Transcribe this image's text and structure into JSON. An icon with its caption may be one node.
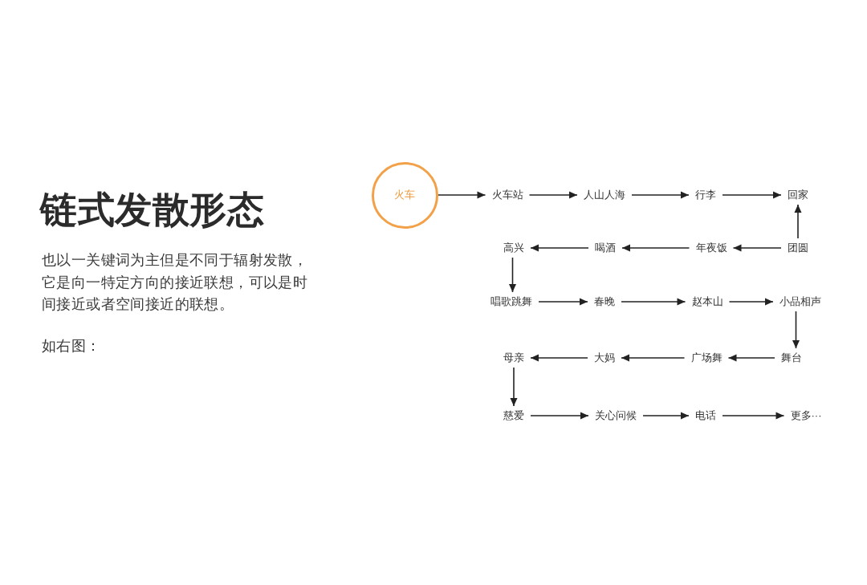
{
  "diagram": {
    "title": "链式发散形态",
    "nodes": [
      {
        "text": [
          "火车"
        ]
      },
      {
        "text": [
          "火车站"
        ]
      },
      {
        "text": [
          "人山人海"
        ]
      },
      {
        "text": [
          "行李"
        ]
      },
      {
        "text": [
          "回家"
        ]
      },
      {
        "text": [
          "团圆"
        ]
      },
      {
        "text": [
          "年夜饭"
        ]
      },
      {
        "text": [
          "喝酒"
        ]
      },
      {
        "text": [
          "高兴"
        ]
      },
      {
        "text": [
          "唱歌跳舞"
        ]
      },
      {
        "text": [
          "春晚"
        ]
      },
      {
        "text": [
          "赵本山"
        ]
      },
      {
        "text": [
          "小品相声"
        ]
      },
      {
        "text": [
          "舞台"
        ]
      },
      {
        "text": [
          "广场舞"
        ]
      },
      {
        "text": [
          "大妈"
        ]
      },
      {
        "text": [
          "母亲"
        ]
      },
      {
        "text": [
          "慈爱"
        ]
      },
      {
        "text": [
          "关心问候"
        ]
      },
      {
        "text": [
          "电话"
        ]
      },
      {
        "text": [
          "更多···"
        ]
      }
    ],
    "edges": [
      {
        "from": 0,
        "to": 1,
        "arrow": "to"
      },
      {
        "from": 1,
        "to": 2,
        "arrow": "to"
      },
      {
        "from": 2,
        "to": 3,
        "arrow": "to"
      },
      {
        "from": 3,
        "to": 4,
        "arrow": "to"
      },
      {
        "from": 5,
        "to": 4,
        "arrow": "to"
      },
      {
        "from": 5,
        "to": 6,
        "arrow": "to"
      },
      {
        "from": 6,
        "to": 7,
        "arrow": "to"
      },
      {
        "from": 7,
        "to": 8,
        "arrow": "to"
      },
      {
        "from": 8,
        "to": 9,
        "arrow": "to"
      },
      {
        "from": 9,
        "to": 10,
        "arrow": "to"
      },
      {
        "from": 10,
        "to": 11,
        "arrow": "to"
      },
      {
        "from": 11,
        "to": 12,
        "arrow": "to"
      },
      {
        "from": 12,
        "to": 13,
        "arrow": "to"
      },
      {
        "from": 13,
        "to": 14,
        "arrow": "to"
      },
      {
        "from": 14,
        "to": 15,
        "arrow": "to"
      },
      {
        "from": 15,
        "to": 16,
        "arrow": "to"
      },
      {
        "from": 16,
        "to": 17,
        "arrow": "to"
      },
      {
        "from": 17,
        "to": 18,
        "arrow": "to"
      },
      {
        "from": 18,
        "to": 19,
        "arrow": "to"
      },
      {
        "from": 19,
        "to": 20,
        "arrow": "to"
      }
    ],
    "labels": [
      "也以一关键词为主但是不同于辐射发散，它是向一特定方向的接近联想，可以是时间接近或者空间接近的联想。",
      "如右图："
    ]
  }
}
